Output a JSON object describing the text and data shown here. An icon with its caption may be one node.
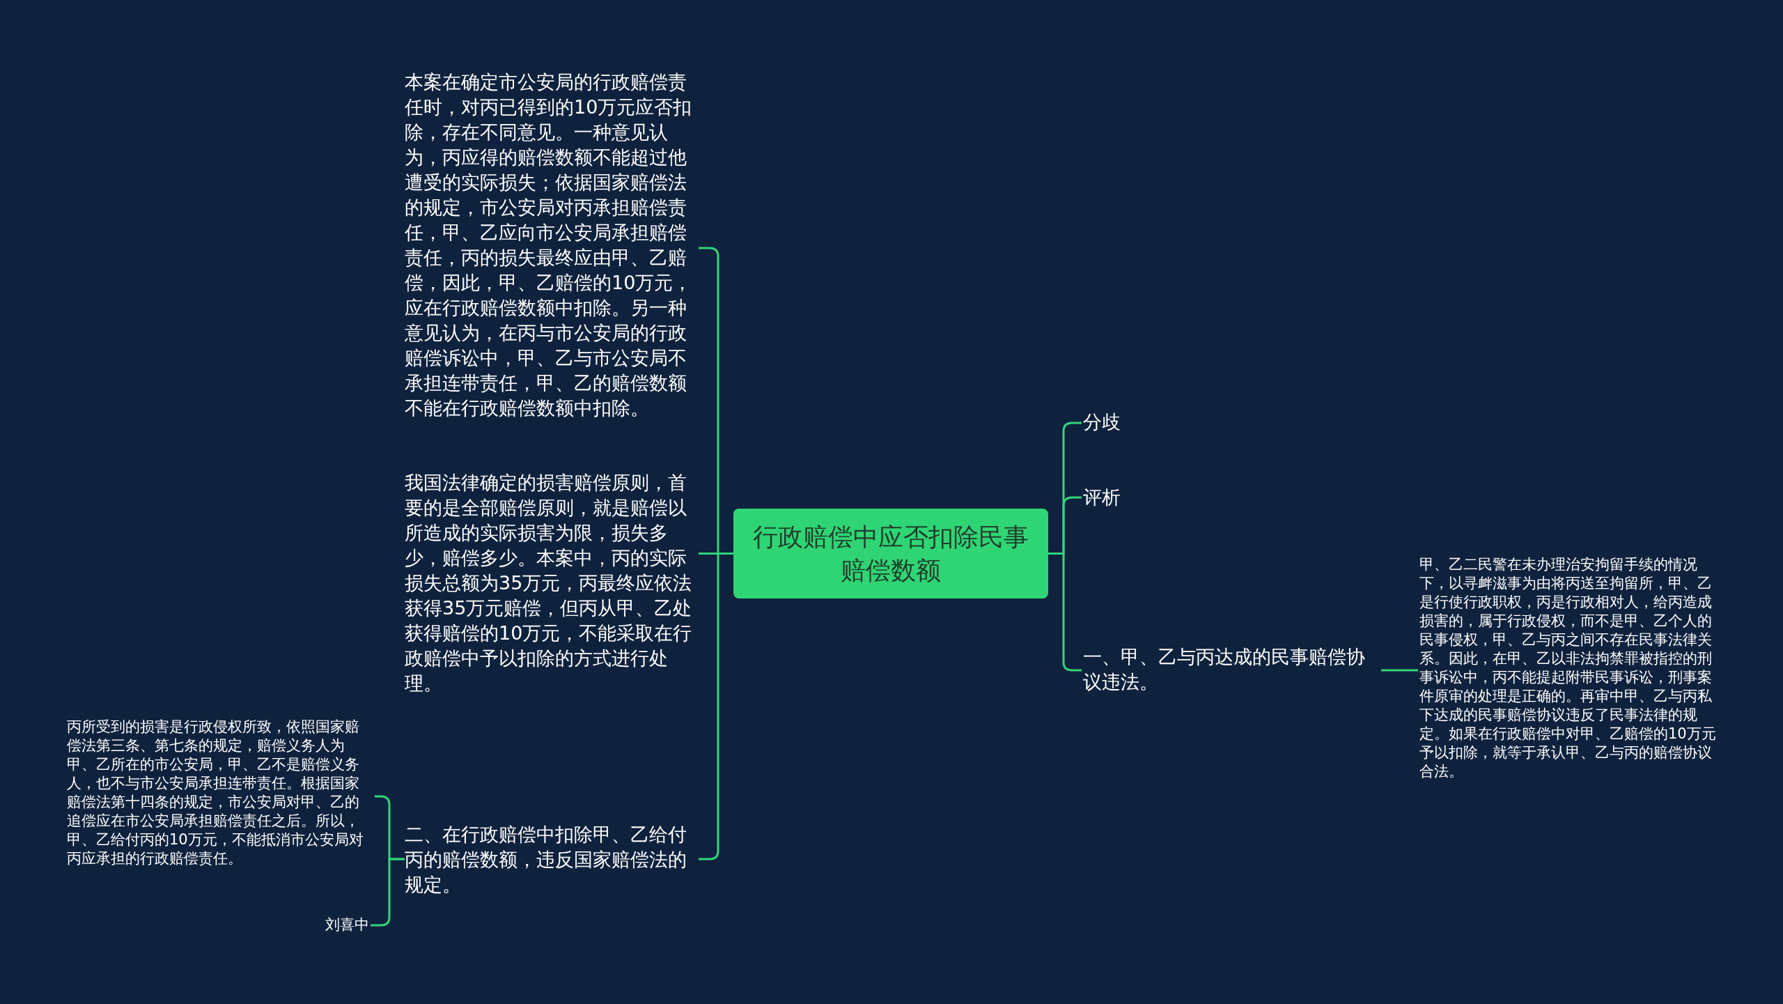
{
  "diagram": {
    "nodes": [
      {
        "text": [
          "行政赔偿中应否扣除民事赔偿数额"
        ]
      },
      {
        "text": [
          "本案在确定市公安局的行政赔偿责任时，对丙已得到的10万元应否扣除，存在不同意见。一种意见认为，丙应得的赔偿数额不能超过他遭受的实际损失；依据国家赔偿法的规定，市公安局对丙承担赔偿责任，甲、乙应向市公安局承担赔偿责任，丙的损失最终应由甲、乙赔偿，因此，甲、乙赔偿的10万元，应在行政赔偿数额中扣除。另一种意见认为，在丙与市公安局的行政赔偿诉讼中，甲、乙与市公安局不承担连带责任，甲、乙的赔偿数额不能在行政赔偿数额中扣除。"
        ]
      },
      {
        "text": [
          "我国法律确定的损害赔偿原则，首要的是全部赔偿原则，就是赔偿以所造成的实际损害为限，损失多少，赔偿多少。本案中，丙的实际损失总额为35万元，丙最终应依法获得35万元赔偿，但丙从甲、乙处获得赔偿的10万元，不能采取在行政赔偿中予以扣除的方式进行处理。"
        ]
      },
      {
        "text": [
          "二、在行政赔偿中扣除甲、乙给付丙的赔偿数额，违反国家赔偿法的规定。"
        ]
      },
      {
        "text": [
          "丙所受到的损害是行政侵权所致，依照国家赔偿法第三条、第七条的规定，赔偿义务人为甲、乙所在的市公安局，甲、乙不是赔偿义务人，也不与市公安局承担连带责任。根据国家赔偿法第十四条的规定，市公安局对甲、乙的追偿应在市公安局承担赔偿责任之后。所以，甲、乙给付丙的10万元，不能抵消市公安局对丙应承担的行政赔偿责任。"
        ]
      },
      {
        "text": [
          "刘喜中"
        ]
      },
      {
        "text": [
          "分歧"
        ]
      },
      {
        "text": [
          "评析"
        ]
      },
      {
        "text": [
          "一、甲、乙与丙达成的民事赔偿协议违法。"
        ]
      },
      {
        "text": [
          "甲、乙二民警在未办理治安拘留手续的情况下，以寻衅滋事为由将丙送至拘留所，甲、乙是行使行政职权，丙是行政相对人，给丙造成损害的，属于行政侵权，而不是甲、乙个人的民事侵权，甲、乙与丙之间不存在民事法律关系。因此，在甲、乙以非法拘禁罪被指控的刑事诉讼中，丙不能提起附带民事诉讼，刑事案件原审的处理是正确的。再审中甲、乙与丙私下达成的民事赔偿协议违反了民事法律的规定。如果在行政赔偿中对甲、乙赔偿的10万元予以扣除，就等于承认甲、乙与丙的赔偿协议合法。"
        ]
      }
    ],
    "edges": [
      {
        "from": 0,
        "to": 1,
        "arrow": "none"
      },
      {
        "from": 0,
        "to": 2,
        "arrow": "none"
      },
      {
        "from": 0,
        "to": 3,
        "arrow": "none"
      },
      {
        "from": 3,
        "to": 4,
        "arrow": "none"
      },
      {
        "from": 3,
        "to": 5,
        "arrow": "none"
      },
      {
        "from": 0,
        "to": 6,
        "arrow": "none"
      },
      {
        "from": 0,
        "to": 7,
        "arrow": "none"
      },
      {
        "from": 0,
        "to": 8,
        "arrow": "none"
      },
      {
        "from": 8,
        "to": 9,
        "arrow": "none"
      }
    ]
  }
}
